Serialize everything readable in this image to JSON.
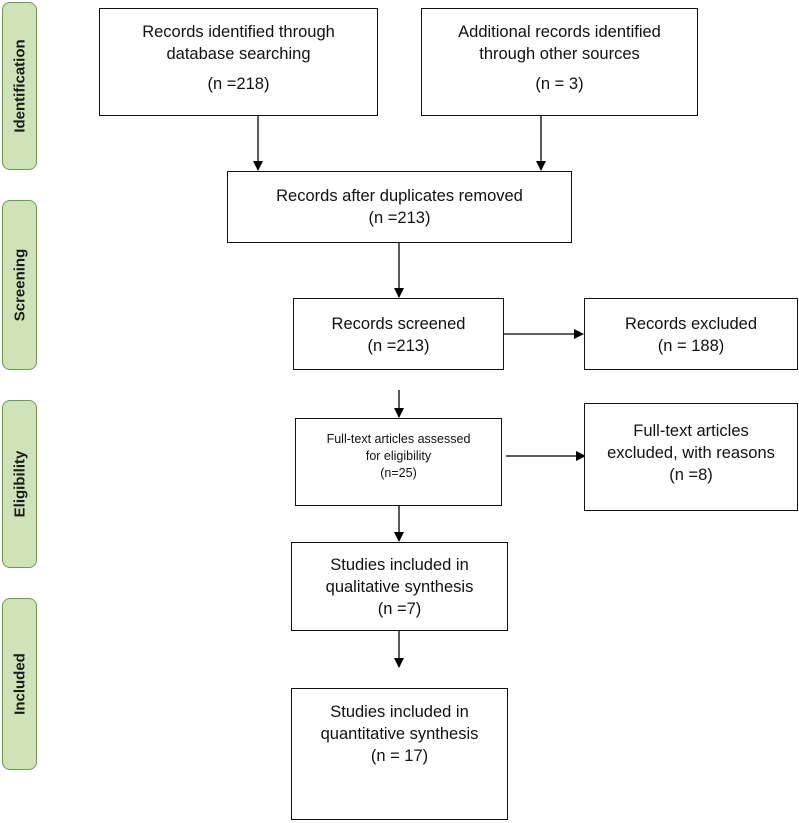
{
  "phases": {
    "identification": "Identification",
    "screening": "Screening",
    "eligibility": "Eligibility",
    "included": "Included"
  },
  "boxes": {
    "database_records": {
      "line1": "Records identified through",
      "line2": "database searching",
      "count": "(n =218)"
    },
    "other_sources": {
      "line1": "Additional records identified",
      "line2": "through other sources",
      "count": "(n = 3)"
    },
    "after_duplicates": {
      "line1": "Records after duplicates removed",
      "count": "(n =213)"
    },
    "screened": {
      "line1": "Records screened",
      "count": "(n =213)"
    },
    "excluded": {
      "line1": "Records excluded",
      "count": "(n = 188)"
    },
    "fulltext_assessed": {
      "line1": "Full-text articles assessed",
      "line2": "for eligibility",
      "count": "(n=25)"
    },
    "fulltext_excluded": {
      "line1": "Full-text articles",
      "line2": "excluded, with reasons",
      "count": "(n =8)"
    },
    "qualitative": {
      "line1": "Studies included in",
      "line2": "qualitative synthesis",
      "count": "(n =7)"
    },
    "quantitative": {
      "line1": "Studies included in",
      "line2": "quantitative synthesis",
      "count": "(n = 17)"
    }
  }
}
